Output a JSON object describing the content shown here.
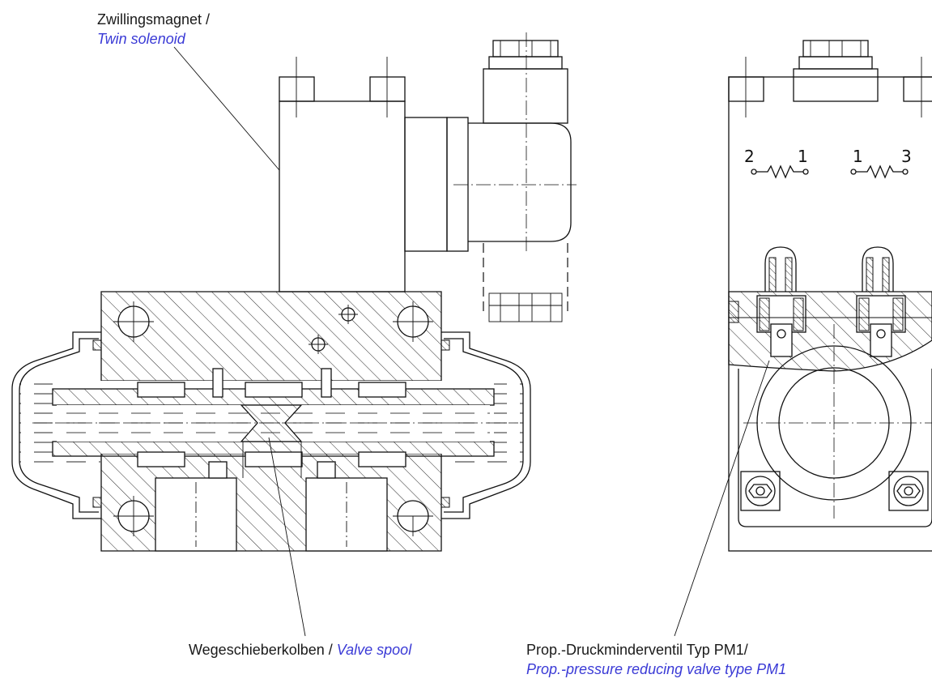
{
  "labels": {
    "twin_solenoid_de": "Zwillingsmagnet /",
    "twin_solenoid_en": "Twin solenoid",
    "valve_spool_de": "Wegeschieberkolben /",
    "valve_spool_en": "Valve spool",
    "pm1_de": "Prop.-Druckminderventil Typ PM1/",
    "pm1_en": "Prop.-pressure reducing valve type PM1"
  },
  "port_numbers": [
    "2",
    "1",
    "1",
    "3"
  ],
  "colors": {
    "line": "#111111",
    "english_text": "#3a3ad6",
    "background": "#ffffff"
  }
}
